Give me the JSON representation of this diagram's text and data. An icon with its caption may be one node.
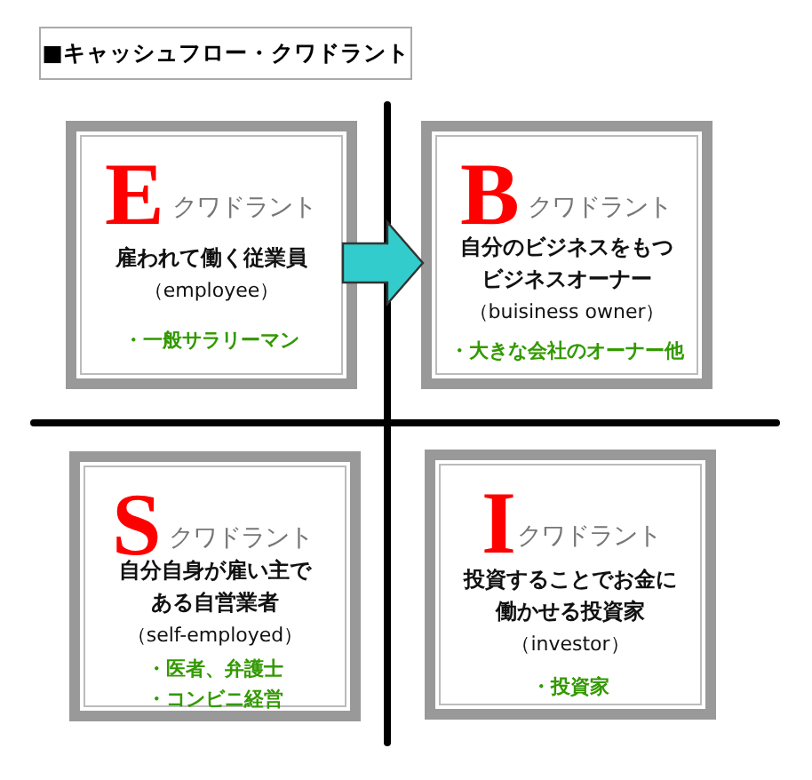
{
  "diagram": {
    "title": "■キャッシュフロー・クワドラント",
    "nodes": [
      {
        "text": [
          "E",
          "クワドラント",
          "雇われて働く従業員",
          "（employee）",
          "・一般サラリーマン"
        ]
      },
      {
        "text": [
          "B",
          "クワドラント",
          "自分のビジネスをもつビジネスオーナー",
          "（buisiness owner）",
          "・大きな会社のオーナー他"
        ]
      },
      {
        "text": [
          "S",
          "クワドラント",
          "自分自身が雇い主である自営業者",
          "（self-employed）",
          "・医者、弁護士",
          "・コンビニ経営"
        ]
      },
      {
        "text": [
          "I",
          "クワドラント",
          "投資することでお金に働かせる投資家",
          "（investor）",
          "・投資家"
        ]
      }
    ],
    "edges": [
      {
        "from": 0,
        "to": 1,
        "arrow": "to"
      }
    ]
  }
}
